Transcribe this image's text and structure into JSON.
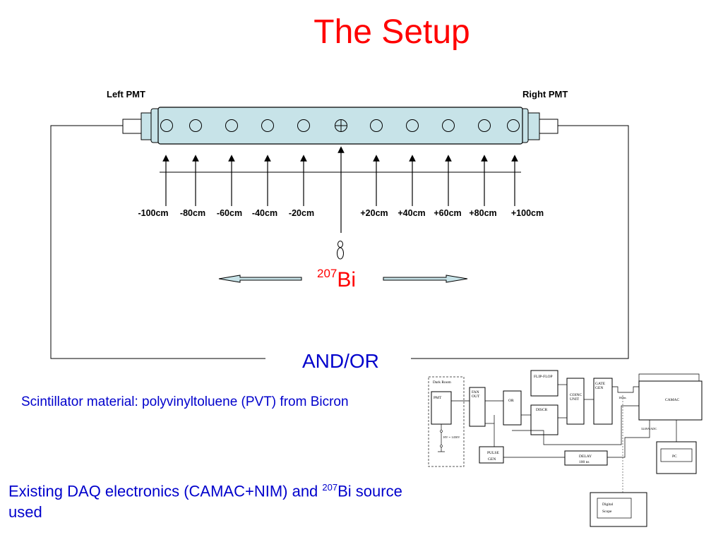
{
  "title": "The Setup",
  "detector": {
    "left_pmt": "Left PMT",
    "right_pmt": "Right PMT"
  },
  "positions": [
    "-100cm",
    "-80cm",
    "-60cm",
    "-40cm",
    "-20cm",
    "+20cm",
    "+40cm",
    "+60cm",
    "+80cm",
    "+100cm"
  ],
  "source": {
    "mass_number": "207",
    "element": "Bi"
  },
  "logic": "AND/OR",
  "scintillator_note": "Scintillator material: polyvinyltoluene (PVT) from Bicron",
  "daq_note": {
    "prefix": "Existing DAQ electronics (CAMAC+NIM) and ",
    "mass_number": "207",
    "suffix": "Bi source used"
  },
  "daq_diagram": {
    "dark_room": "Dark Room",
    "pmt": "PMT",
    "hv": "HV = 1450V",
    "fan_out": [
      "FAN",
      "OUT"
    ],
    "or": "OR",
    "flip_flop": "FLIP-FLOP",
    "discr": "DISCR",
    "coinc_unit": [
      "COINC",
      "UNIT"
    ],
    "gate_gen": [
      "GATE",
      "GEN"
    ],
    "gate_width": "160ns",
    "camac": "CAMAC",
    "adc": "3249A ADC",
    "pc": "PC",
    "pulse_gen": [
      "PULSE",
      "GEN"
    ],
    "delay": [
      "DELAY",
      "100 ns"
    ],
    "scope": [
      "Digital",
      "Scope"
    ]
  },
  "colors": {
    "title": "#ff0000",
    "source": "#ff0000",
    "text_blue": "#0000cc",
    "bar_fill": "#c7e3e8"
  }
}
